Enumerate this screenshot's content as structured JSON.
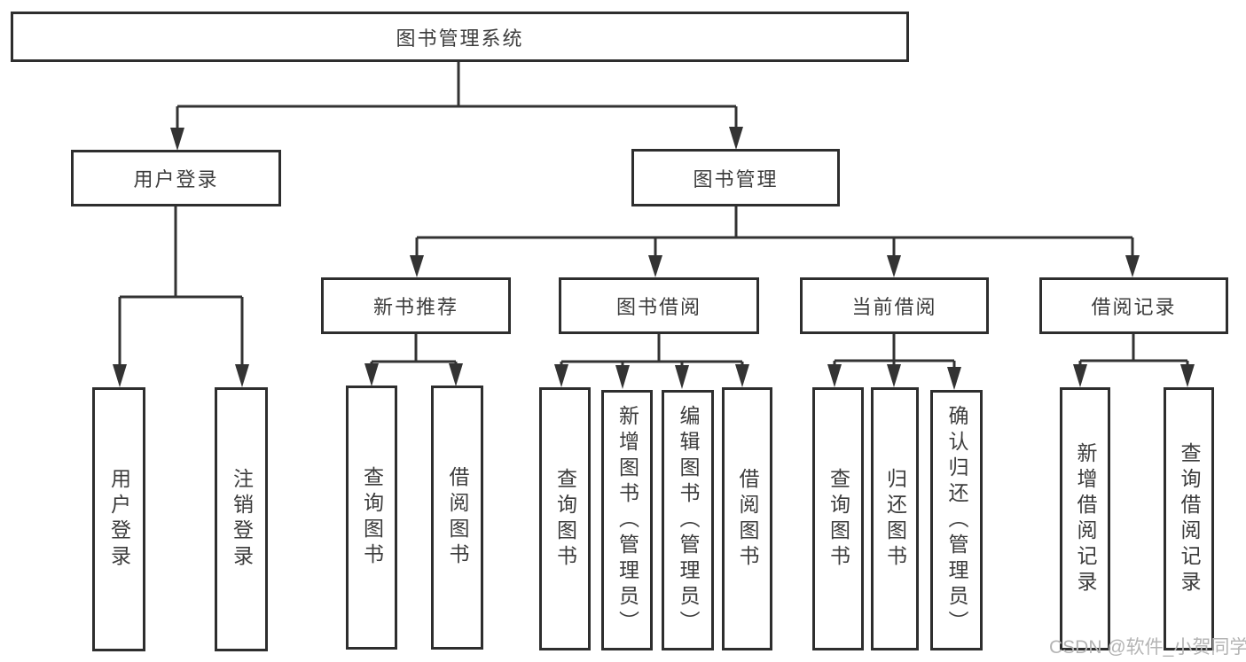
{
  "diagram": {
    "type": "tree",
    "root": {
      "label": "图书管理系统",
      "children": [
        {
          "label": "用户登录",
          "children": [
            {
              "label": "用户登录"
            },
            {
              "label": "注销登录"
            }
          ]
        },
        {
          "label": "图书管理",
          "children": [
            {
              "label": "新书推荐",
              "children": [
                {
                  "label": "查询图书"
                },
                {
                  "label": "借阅图书"
                }
              ]
            },
            {
              "label": "图书借阅",
              "children": [
                {
                  "label": "查询图书"
                },
                {
                  "label": "新增图书（管理员）"
                },
                {
                  "label": "编辑图书（管理员）"
                },
                {
                  "label": "借阅图书"
                }
              ]
            },
            {
              "label": "当前借阅",
              "children": [
                {
                  "label": "查询图书"
                },
                {
                  "label": "归还图书"
                },
                {
                  "label": "确认归还（管理员）"
                }
              ]
            },
            {
              "label": "借阅记录",
              "children": [
                {
                  "label": "新增借阅记录"
                },
                {
                  "label": "查询借阅记录"
                }
              ]
            }
          ]
        }
      ]
    },
    "colors": {
      "line": "#333333",
      "box_border": "#2e2e2e",
      "text": "#3c3c3c",
      "background": "#ffffff",
      "watermark": "#b4b4b4"
    }
  },
  "watermark": {
    "text": "CSDN @软件_小贺同学"
  }
}
